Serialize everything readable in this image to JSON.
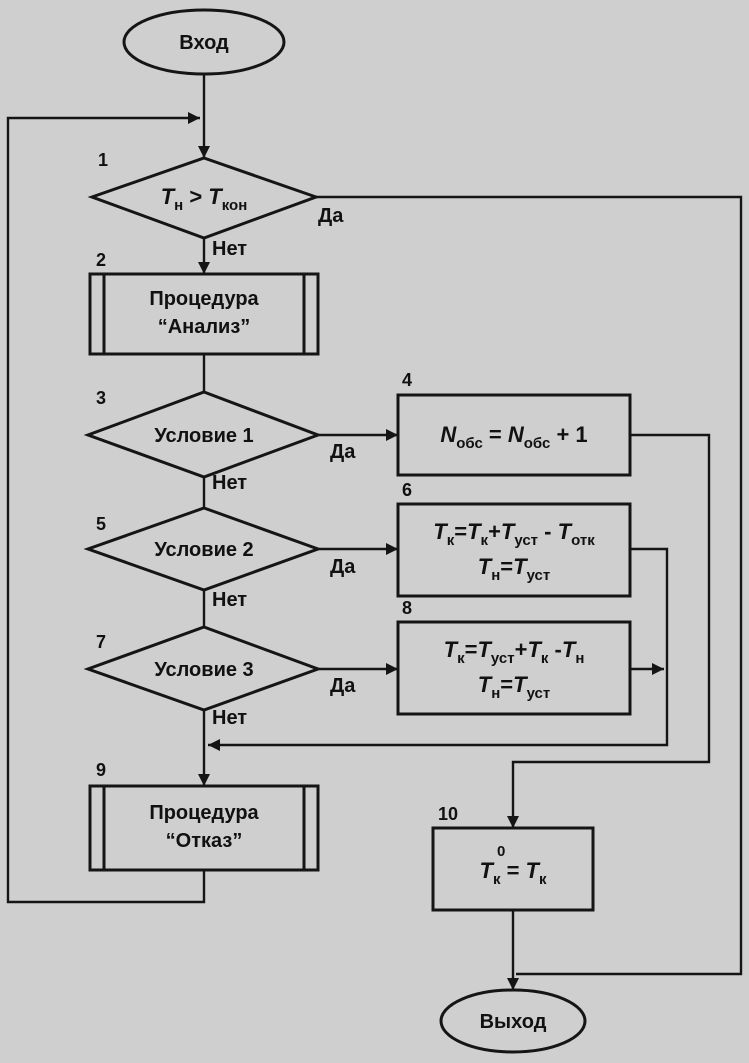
{
  "diagram": {
    "start": "Вход",
    "end": "Выход",
    "yes": "Да",
    "no": "Нет",
    "blocks": [
      {
        "num": "1",
        "kind": "decision",
        "parts": [
          [
            "T",
            "i"
          ],
          [
            "н",
            "s"
          ],
          [
            " > ",
            "n"
          ],
          [
            "T",
            "i"
          ],
          [
            "кон",
            "s"
          ]
        ]
      },
      {
        "num": "2",
        "kind": "procedure",
        "lines": [
          "Процедура",
          "“Анализ”"
        ]
      },
      {
        "num": "3",
        "kind": "decision",
        "text": "Условие 1"
      },
      {
        "num": "4",
        "kind": "process",
        "lines_parts": [
          [
            [
              "N",
              "i"
            ],
            [
              "обс",
              "s"
            ],
            [
              " = ",
              "n"
            ],
            [
              "N",
              "i"
            ],
            [
              "обс",
              "s"
            ],
            [
              " + 1",
              "n"
            ]
          ]
        ]
      },
      {
        "num": "5",
        "kind": "decision",
        "text": "Условие 2"
      },
      {
        "num": "6",
        "kind": "process",
        "lines_parts": [
          [
            [
              "T",
              "i"
            ],
            [
              "к",
              "s"
            ],
            [
              "=",
              "n"
            ],
            [
              "T",
              "i"
            ],
            [
              "к",
              "s"
            ],
            [
              "+",
              "n"
            ],
            [
              "T",
              "i"
            ],
            [
              "уст",
              "s"
            ],
            [
              " - ",
              "n"
            ],
            [
              "T",
              "i"
            ],
            [
              "отк",
              "s"
            ]
          ],
          [
            [
              "T",
              "i"
            ],
            [
              "н",
              "s"
            ],
            [
              "=",
              "n"
            ],
            [
              "T",
              "i"
            ],
            [
              "уст",
              "s"
            ]
          ]
        ]
      },
      {
        "num": "7",
        "kind": "decision",
        "text": "Условие 3"
      },
      {
        "num": "8",
        "kind": "process",
        "lines_parts": [
          [
            [
              "T",
              "i"
            ],
            [
              "к",
              "s"
            ],
            [
              "=",
              "n"
            ],
            [
              "T",
              "i"
            ],
            [
              "уст",
              "s"
            ],
            [
              "+",
              "n"
            ],
            [
              "T",
              "i"
            ],
            [
              "к",
              "s"
            ],
            [
              " -",
              "n"
            ],
            [
              "T",
              "i"
            ],
            [
              "н",
              "s"
            ]
          ],
          [
            [
              "T",
              "i"
            ],
            [
              "н",
              "s"
            ],
            [
              "=",
              "n"
            ],
            [
              "T",
              "i"
            ],
            [
              "уст",
              "s"
            ]
          ]
        ]
      },
      {
        "num": "9",
        "kind": "procedure",
        "lines": [
          "Процедура",
          "“Отказ”"
        ]
      },
      {
        "num": "10",
        "kind": "process",
        "sup": "0",
        "lines_parts": [
          [
            [
              "T",
              "i"
            ],
            [
              "к",
              "s"
            ],
            [
              " = ",
              "n"
            ],
            [
              "T",
              "i"
            ],
            [
              "к",
              "s"
            ]
          ]
        ]
      }
    ]
  }
}
